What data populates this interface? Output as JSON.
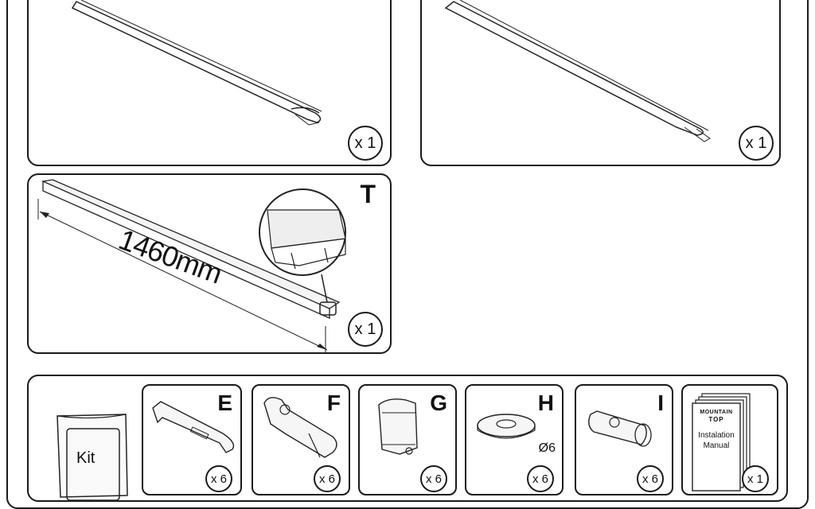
{
  "rails": {
    "left_qty": "x 1",
    "right_qty": "x 1"
  },
  "panel_t": {
    "letter": "T",
    "dimension": "1460mm",
    "qty": "x 1"
  },
  "kit": {
    "bag_label": "Kit",
    "parts": [
      {
        "letter": "E",
        "qty": "x 6"
      },
      {
        "letter": "F",
        "qty": "x 6"
      },
      {
        "letter": "G",
        "qty": "x 6"
      },
      {
        "letter": "H",
        "qty": "x 6",
        "note": "Ø6"
      },
      {
        "letter": "I",
        "qty": "x 6"
      },
      {
        "letter": "",
        "qty": "x 1"
      }
    ],
    "manual": {
      "logo_line1": "MOUNTAIN",
      "logo_line2": "TOP",
      "title": "Instalation Manual"
    }
  }
}
